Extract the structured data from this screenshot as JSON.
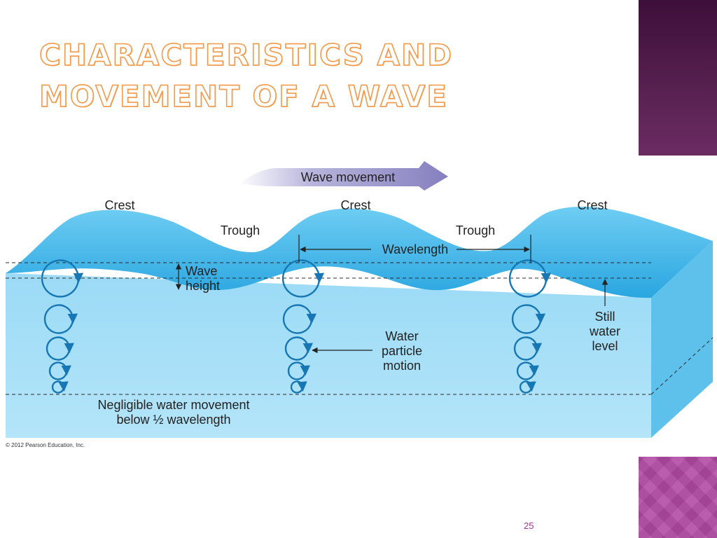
{
  "slide": {
    "title_line_1": "Characteristics and",
    "title_line_2": "movement of a wave",
    "page_number": "25",
    "copyright": "© 2012 Pearson Education, Inc."
  },
  "diagram": {
    "arrow_label": "Wave movement",
    "crest_labels": [
      "Crest",
      "Crest",
      "Crest"
    ],
    "trough_labels": [
      "Trough",
      "Trough"
    ],
    "wavelength_label": "Wavelength",
    "wave_height_label": [
      "Wave",
      "height"
    ],
    "water_particle_label": [
      "Water",
      "particle",
      "motion"
    ],
    "still_water_label": [
      "Still",
      "water",
      "level"
    ],
    "negligible_label": [
      "Negligible water movement",
      "below ½ wavelength"
    ]
  },
  "colors": {
    "title_outline": "#f29a4a",
    "deco_purple_dark": "#4a1545",
    "deco_purple_light": "#b24aa4",
    "water_surface": "#48b9ea",
    "water_body": "#8fd6f5",
    "water_side": "#62c3ec",
    "orbit_blue": "#1677b4",
    "arrow_purple": "#8c87c2"
  }
}
